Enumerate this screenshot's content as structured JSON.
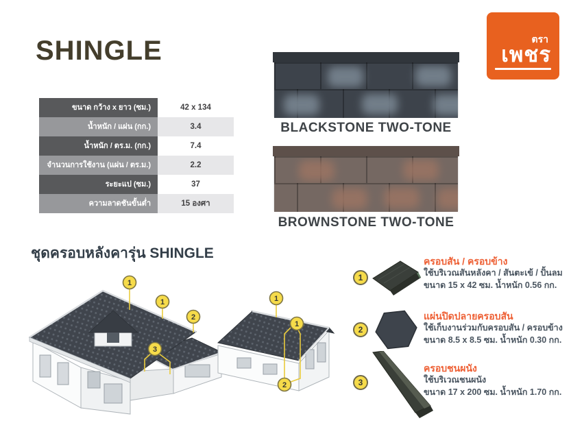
{
  "page_title": "SHINGLE",
  "brand": {
    "logo_top": "ตรา",
    "logo_main": "เพชร"
  },
  "spec_table": {
    "rows": [
      {
        "label": "ขนาด กว้าง x ยาว (ซม.)",
        "value": "42 x 134"
      },
      {
        "label": "น้ำหนัก / แผ่น (กก.)",
        "value": "3.4"
      },
      {
        "label": "น้ำหนัก / ตร.ม. (กก.)",
        "value": "7.4"
      },
      {
        "label": "จำนวนการใช้งาน (แผ่น / ตร.ม.)",
        "value": "2.2"
      },
      {
        "label": "ระยะแป (ซม.)",
        "value": "37"
      },
      {
        "label": "ความลาดชันขั้นต่ำ",
        "value": "15 องศา"
      }
    ]
  },
  "products": [
    {
      "name": "BLACKSTONE TWO-TONE"
    },
    {
      "name": "BROWNSTONE TWO-TONE"
    }
  ],
  "accessory_section": {
    "heading": "ชุดครอบหลังคารุ่น SHINGLE",
    "items": [
      {
        "number": "1",
        "title": "ครอบสัน / ครอบข้าง",
        "description": "ใช้บริเวณสันหลังคา / สันตะเข้ / ปั้นลม",
        "size": "ขนาด 15 x 42 ซม. น้ำหนัก 0.56 กก."
      },
      {
        "number": "2",
        "title": "แผ่นปิดปลายครอบสัน",
        "description": "ใช้เก็บงานร่วมกับครอบสัน / ครอบข้าง",
        "size": "ขนาด 8.5 x 8.5 ซม. น้ำหนัก 0.30 กก."
      },
      {
        "number": "3",
        "title": "ครอบชนผนัง",
        "description": "ใช้บริเวณชนผนัง",
        "size": "ขนาด 17 x 200 ซม. น้ำหนัก 1.70 กก."
      }
    ]
  },
  "diagrams": {
    "house_left": {
      "callouts": [
        {
          "n": "1"
        },
        {
          "n": "1"
        },
        {
          "n": "2"
        },
        {
          "n": "3"
        }
      ]
    },
    "house_right": {
      "callouts": [
        {
          "n": "1"
        },
        {
          "n": "1"
        },
        {
          "n": "2"
        }
      ]
    }
  },
  "colors": {
    "brand_orange": "#e8611f",
    "accent_orange": "#ee6136",
    "badge_yellow": "#f6db4a",
    "table_dark_gray": "#58595b",
    "table_mid_gray": "#97989b",
    "blackstone_base": "#3d434b",
    "blackstone_patch": "#7b8894",
    "brownstone_base": "#756862",
    "brownstone_patch": "#9b7463"
  }
}
